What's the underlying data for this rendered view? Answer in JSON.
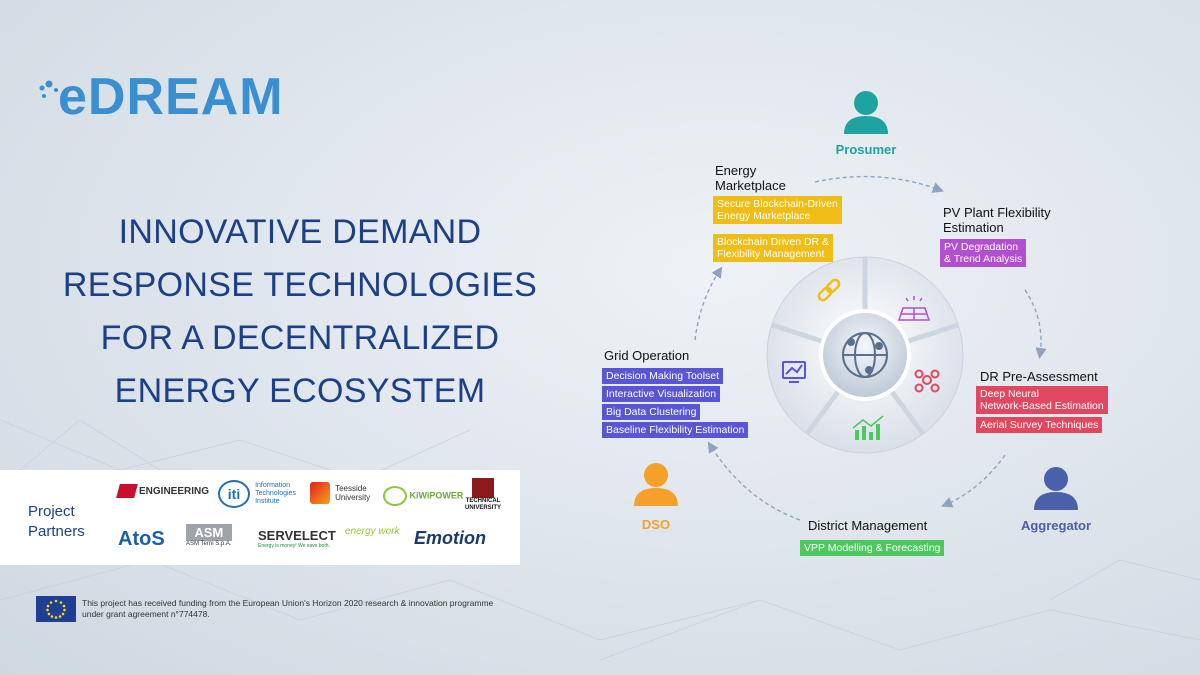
{
  "logo": {
    "text": "eDREAM"
  },
  "headline": {
    "lines": [
      "INNOVATIVE DEMAND",
      "RESPONSE TECHNOLOGIES",
      "FOR A DECENTRALIZED",
      "ENERGY ECOSYSTEM"
    ]
  },
  "partners": {
    "label_line1": "Project",
    "label_line2": "Partners",
    "logos": {
      "engineering": "ENGINEERING",
      "iti": "iti",
      "iti_sub1": "Information",
      "iti_sub2": "Technologies",
      "iti_sub3": "Institute",
      "teesside1": "Teesside",
      "teesside2": "University",
      "kiwi": "KiWiPOWER",
      "tu1": "TECHNICAL",
      "tu2": "UNIVERSITY",
      "atos": "AtoS",
      "asm": "ASM",
      "asm_sub": "ASM Terni S.p.A.",
      "servelect": "SERVELECT",
      "servelect_sub": "Energy is money! We save both.",
      "energy_work": "energy work",
      "emotion": "Emotion"
    }
  },
  "funding": {
    "line1": "This project has received funding from the European Union's Horizon 2020 research & innovation programme",
    "line2": "under grant agreement n°774478."
  },
  "roles": {
    "prosumer": "Prosumer",
    "dso": "DSO",
    "aggregator": "Aggregator"
  },
  "stages": {
    "marketplace": {
      "title1": "Energy",
      "title2": "Marketplace",
      "tags": [
        "Secure Blockchain-Driven",
        "Energy Marketplace",
        "Blockchain Driven DR &",
        "Flexibility Management"
      ]
    },
    "pv": {
      "title1": "PV Plant Flexibility",
      "title2": "Estimation",
      "tags": [
        "PV Degradation",
        "& Trend Analysis"
      ]
    },
    "dr": {
      "title1": "DR Pre-Assessment",
      "tags": [
        "Deep Neural",
        "Network-Based Estimation",
        "Aerial Survey Techniques"
      ]
    },
    "district": {
      "title1": "District Management",
      "tags": [
        "VPP Modelling & Forecasting"
      ]
    },
    "grid": {
      "title1": "Grid Operation",
      "tags": [
        "Decision Making Toolset",
        "Interactive Visualization",
        "Big Data Clustering",
        "Baseline Flexibility Estimation"
      ]
    }
  },
  "colors": {
    "marketplace": "#f0bd16",
    "pv": "#b24fd0",
    "dr": "#e0485f",
    "district": "#4cc85e",
    "grid": "#5856d6",
    "prosumer": "#1ea3a0",
    "dso": "#f5a02a",
    "aggregator": "#4a60a8",
    "headline": "#1c3f86"
  },
  "icons": {
    "center": "globe-network-icon",
    "marketplace": "chain-link-icon",
    "pv": "solar-panel-icon",
    "dr": "drone-icon",
    "district": "bar-chart-icon",
    "grid": "monitor-chart-icon"
  }
}
